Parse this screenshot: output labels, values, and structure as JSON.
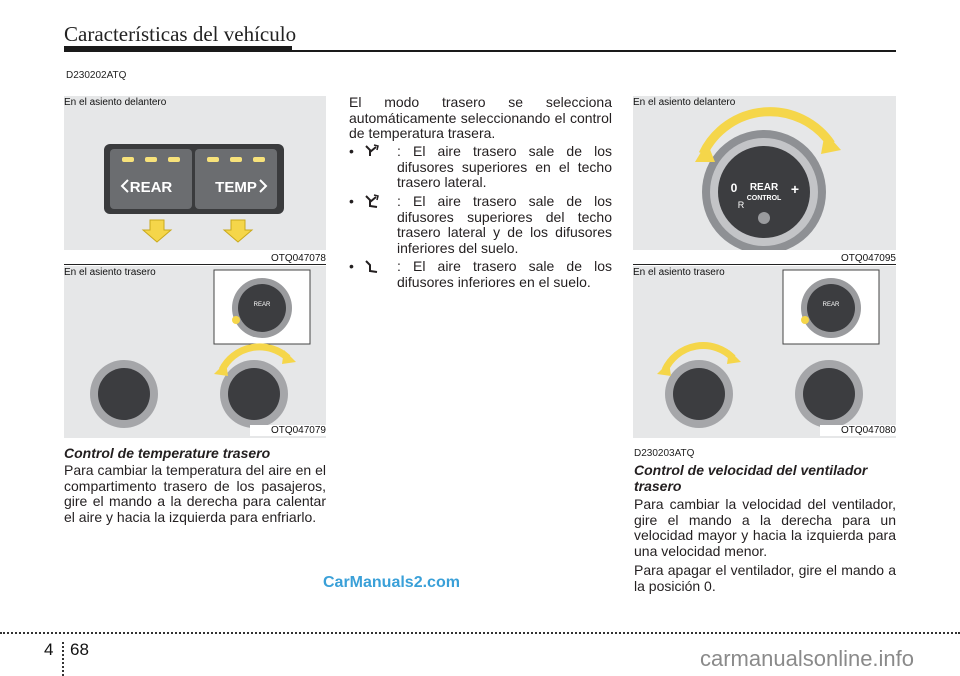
{
  "header": {
    "title": "Características del vehículo"
  },
  "codes": {
    "section1": "D230202ATQ",
    "section2": "D230203ATQ"
  },
  "figures": {
    "fig1": {
      "label": "En el asiento delantero",
      "code": "OTQ047078",
      "btn_left": "REAR",
      "btn_right": "TEMP"
    },
    "fig2": {
      "label": "En el asiento trasero",
      "code": "OTQ047079",
      "knob_text": "REAR"
    },
    "fig3": {
      "label": "En el asiento delantero",
      "code": "OTQ047095",
      "knob_line1": "REAR",
      "knob_line2": "CONTROL",
      "zero": "0",
      "r": "R",
      "plus": "+"
    },
    "fig4": {
      "label": "En el asiento trasero",
      "code": "OTQ047080",
      "knob_text": "REAR"
    }
  },
  "left_column": {
    "heading": "Control de temperature trasero",
    "paragraph": "Para cambiar la temperatura del aire en el compartimento trasero de los pasajeros, gire el mando a la derecha para calentar el aire y hacia la izquierda para enfriarlo."
  },
  "middle_column": {
    "intro": "El modo trasero se selecciona automáticamente seleccionando el control de temperatura trasera.",
    "bullets": [
      {
        "icon": "upper-vent-mode-icon",
        "text": ": El aire trasero sale de los difusores superiores en el techo trasero lateral."
      },
      {
        "icon": "bi-level-mode-icon",
        "text": ": El aire trasero sale de los difusores superiores del techo trasero lateral y de los difusores inferiores del suelo."
      },
      {
        "icon": "floor-mode-icon",
        "text": ": El aire trasero sale de los difusores inferiores en el suelo."
      }
    ]
  },
  "right_column": {
    "heading": "Control de velocidad del ventilador trasero",
    "paragraph1": "Para cambiar la velocidad del ventilador, gire el mando a la derecha para un velocidad mayor y hacia la izquierda para una velocidad menor.",
    "paragraph2": "Para apagar el ventilador, gire el mando a la posición 0."
  },
  "footer": {
    "chapter": "4",
    "page": "68",
    "watermark": "CarManuals2.com",
    "watermark2": "carmanualsonline.info"
  },
  "colors": {
    "arrow_yellow": "#f5d64a",
    "panel_gray": "#e6e7e8",
    "text": "#231f20"
  }
}
